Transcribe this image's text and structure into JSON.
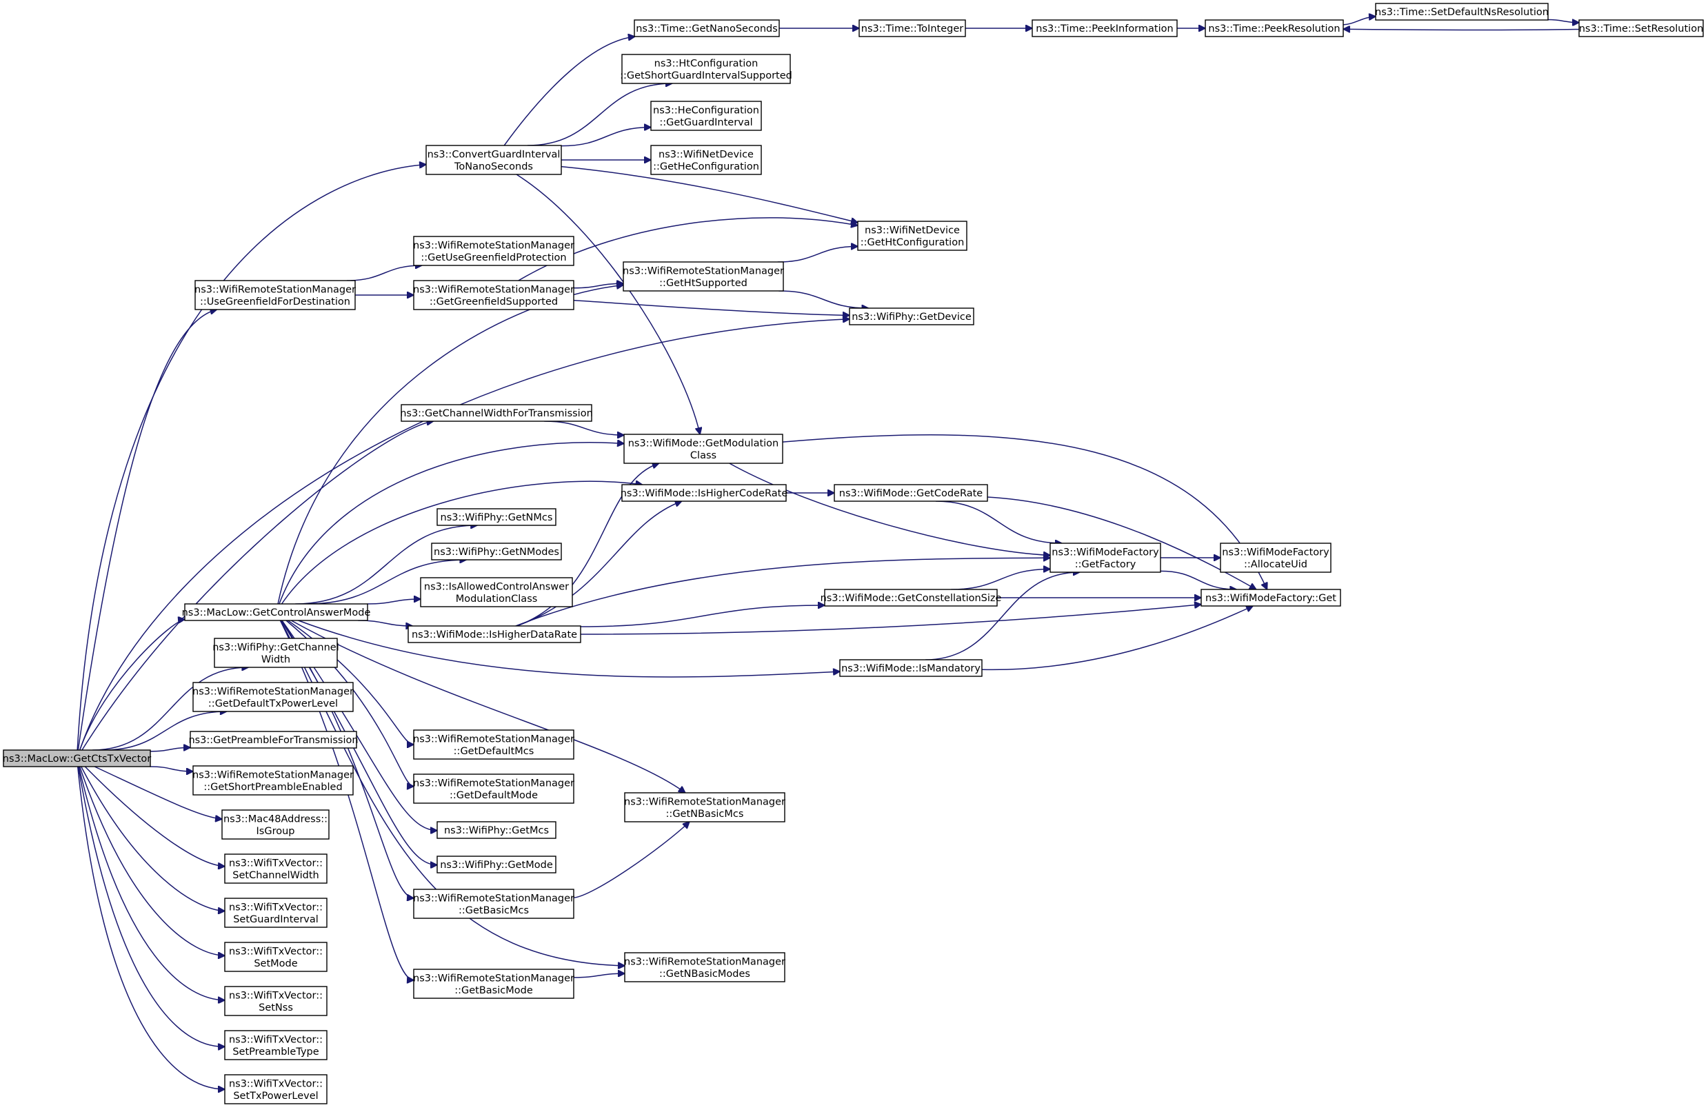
{
  "nodes": [
    {
      "id": "root",
      "lines": [
        "ns3::MacLow::GetCtsTxVector"
      ],
      "root": true
    },
    {
      "id": "convGI",
      "lines": [
        "ns3::ConvertGuardInterval",
        "ToNanoSeconds"
      ]
    },
    {
      "id": "useGF",
      "lines": [
        "ns3::WifiRemoteStationManager",
        "::UseGreenfieldForDestination"
      ]
    },
    {
      "id": "chWidthTx",
      "lines": [
        "ns3::GetChannelWidthForTransmission"
      ]
    },
    {
      "id": "ctrlAns",
      "lines": [
        "ns3::MacLow::GetControlAnswerMode"
      ]
    },
    {
      "id": "phyChW",
      "lines": [
        "ns3::WifiPhy::GetChannel",
        "Width"
      ]
    },
    {
      "id": "defTxPow",
      "lines": [
        "ns3::WifiRemoteStationManager",
        "::GetDefaultTxPowerLevel"
      ]
    },
    {
      "id": "preambleTx",
      "lines": [
        "ns3::GetPreambleForTransmission"
      ]
    },
    {
      "id": "shortPre",
      "lines": [
        "ns3::WifiRemoteStationManager",
        "::GetShortPreambleEnabled"
      ]
    },
    {
      "id": "isGroup",
      "lines": [
        "ns3::Mac48Address::",
        "IsGroup"
      ]
    },
    {
      "id": "setChW",
      "lines": [
        "ns3::WifiTxVector::",
        "SetChannelWidth"
      ]
    },
    {
      "id": "setGI",
      "lines": [
        "ns3::WifiTxVector::",
        "SetGuardInterval"
      ]
    },
    {
      "id": "setMode",
      "lines": [
        "ns3::WifiTxVector::",
        "SetMode"
      ]
    },
    {
      "id": "setNss",
      "lines": [
        "ns3::WifiTxVector::",
        "SetNss"
      ]
    },
    {
      "id": "setPre",
      "lines": [
        "ns3::WifiTxVector::",
        "SetPreambleType"
      ]
    },
    {
      "id": "setTxPow",
      "lines": [
        "ns3::WifiTxVector::",
        "SetTxPowerLevel"
      ]
    },
    {
      "id": "getNano",
      "lines": [
        "ns3::Time::GetNanoSeconds"
      ]
    },
    {
      "id": "htShortGI",
      "lines": [
        "ns3::HtConfiguration",
        "::GetShortGuardIntervalSupported"
      ]
    },
    {
      "id": "heGI",
      "lines": [
        "ns3::HeConfiguration",
        "::GetGuardInterval"
      ]
    },
    {
      "id": "getHeConf",
      "lines": [
        "ns3::WifiNetDevice",
        "::GetHeConfiguration"
      ]
    },
    {
      "id": "getModClass",
      "lines": [
        "ns3::WifiMode::GetModulation",
        "Class"
      ]
    },
    {
      "id": "useGFProt",
      "lines": [
        "ns3::WifiRemoteStationManager",
        "::GetUseGreenfieldProtection"
      ]
    },
    {
      "id": "gfSupp",
      "lines": [
        "ns3::WifiRemoteStationManager",
        "::GetGreenfieldSupported"
      ]
    },
    {
      "id": "htSupp",
      "lines": [
        "ns3::WifiRemoteStationManager",
        "::GetHtSupported"
      ]
    },
    {
      "id": "getHtConf",
      "lines": [
        "ns3::WifiNetDevice",
        "::GetHtConfiguration"
      ]
    },
    {
      "id": "getDevice",
      "lines": [
        "ns3::WifiPhy::GetDevice"
      ]
    },
    {
      "id": "isHigherCR",
      "lines": [
        "ns3::WifiMode::IsHigherCodeRate"
      ]
    },
    {
      "id": "getNMcs",
      "lines": [
        "ns3::WifiPhy::GetNMcs"
      ]
    },
    {
      "id": "getNModes",
      "lines": [
        "ns3::WifiPhy::GetNModes"
      ]
    },
    {
      "id": "isAllowed",
      "lines": [
        "ns3::IsAllowedControlAnswer",
        "ModulationClass"
      ]
    },
    {
      "id": "isHigherDR",
      "lines": [
        "ns3::WifiMode::IsHigherDataRate"
      ]
    },
    {
      "id": "defMcs",
      "lines": [
        "ns3::WifiRemoteStationManager",
        "::GetDefaultMcs"
      ]
    },
    {
      "id": "defMode",
      "lines": [
        "ns3::WifiRemoteStationManager",
        "::GetDefaultMode"
      ]
    },
    {
      "id": "phyMcs",
      "lines": [
        "ns3::WifiPhy::GetMcs"
      ]
    },
    {
      "id": "phyMode",
      "lines": [
        "ns3::WifiPhy::GetMode"
      ]
    },
    {
      "id": "basicMcs",
      "lines": [
        "ns3::WifiRemoteStationManager",
        "::GetBasicMcs"
      ]
    },
    {
      "id": "basicMode",
      "lines": [
        "ns3::WifiRemoteStationManager",
        "::GetBasicMode"
      ]
    },
    {
      "id": "nBasicMcs",
      "lines": [
        "ns3::WifiRemoteStationManager",
        "::GetNBasicMcs"
      ]
    },
    {
      "id": "nBasicModes",
      "lines": [
        "ns3::WifiRemoteStationManager",
        "::GetNBasicModes"
      ]
    },
    {
      "id": "toInteger",
      "lines": [
        "ns3::Time::ToInteger"
      ]
    },
    {
      "id": "peekInfo",
      "lines": [
        "ns3::Time::PeekInformation"
      ]
    },
    {
      "id": "peekRes",
      "lines": [
        "ns3::Time::PeekResolution"
      ]
    },
    {
      "id": "setDefNs",
      "lines": [
        "ns3::Time::SetDefaultNsResolution"
      ]
    },
    {
      "id": "setRes",
      "lines": [
        "ns3::Time::SetResolution"
      ]
    },
    {
      "id": "getCodeRate",
      "lines": [
        "ns3::WifiMode::GetCodeRate"
      ]
    },
    {
      "id": "getConst",
      "lines": [
        "ns3::WifiMode::GetConstellationSize"
      ]
    },
    {
      "id": "isMand",
      "lines": [
        "ns3::WifiMode::IsMandatory"
      ]
    },
    {
      "id": "getFactory",
      "lines": [
        "ns3::WifiModeFactory",
        "::GetFactory"
      ]
    },
    {
      "id": "allocUid",
      "lines": [
        "ns3::WifiModeFactory",
        "::AllocateUid"
      ]
    },
    {
      "id": "factoryGet",
      "lines": [
        "ns3::WifiModeFactory::Get"
      ]
    }
  ],
  "edges": [
    [
      "root",
      "convGI"
    ],
    [
      "root",
      "useGF"
    ],
    [
      "root",
      "getDevice"
    ],
    [
      "root",
      "chWidthTx"
    ],
    [
      "root",
      "ctrlAns"
    ],
    [
      "root",
      "phyChW"
    ],
    [
      "root",
      "defTxPow"
    ],
    [
      "root",
      "preambleTx"
    ],
    [
      "root",
      "shortPre"
    ],
    [
      "root",
      "isGroup"
    ],
    [
      "root",
      "setChW"
    ],
    [
      "root",
      "setGI"
    ],
    [
      "root",
      "setMode"
    ],
    [
      "root",
      "setNss"
    ],
    [
      "root",
      "setPre"
    ],
    [
      "root",
      "setTxPow"
    ],
    [
      "convGI",
      "getNano"
    ],
    [
      "convGI",
      "htShortGI"
    ],
    [
      "convGI",
      "heGI"
    ],
    [
      "convGI",
      "getHeConf"
    ],
    [
      "convGI",
      "getHtConf"
    ],
    [
      "convGI",
      "getModClass"
    ],
    [
      "getNano",
      "toInteger"
    ],
    [
      "toInteger",
      "peekInfo"
    ],
    [
      "peekInfo",
      "peekRes"
    ],
    [
      "peekRes",
      "setDefNs"
    ],
    [
      "setDefNs",
      "setRes"
    ],
    [
      "setRes",
      "peekRes"
    ],
    [
      "useGF",
      "useGFProt"
    ],
    [
      "useGF",
      "gfSupp"
    ],
    [
      "gfSupp",
      "getHtConf"
    ],
    [
      "gfSupp",
      "htSupp"
    ],
    [
      "gfSupp",
      "getDevice"
    ],
    [
      "htSupp",
      "getHtConf"
    ],
    [
      "htSupp",
      "getDevice"
    ],
    [
      "chWidthTx",
      "getModClass"
    ],
    [
      "ctrlAns",
      "htSupp"
    ],
    [
      "ctrlAns",
      "getModClass"
    ],
    [
      "ctrlAns",
      "isHigherCR"
    ],
    [
      "ctrlAns",
      "getNMcs"
    ],
    [
      "ctrlAns",
      "getNModes"
    ],
    [
      "ctrlAns",
      "isAllowed"
    ],
    [
      "ctrlAns",
      "isHigherDR"
    ],
    [
      "ctrlAns",
      "isMand"
    ],
    [
      "ctrlAns",
      "nBasicMcs"
    ],
    [
      "ctrlAns",
      "defMcs"
    ],
    [
      "ctrlAns",
      "defMode"
    ],
    [
      "ctrlAns",
      "phyMcs"
    ],
    [
      "ctrlAns",
      "phyMode"
    ],
    [
      "ctrlAns",
      "basicMcs"
    ],
    [
      "ctrlAns",
      "nBasicModes"
    ],
    [
      "ctrlAns",
      "basicMode"
    ],
    [
      "getModClass",
      "factoryGet"
    ],
    [
      "getModClass",
      "getFactory"
    ],
    [
      "isHigherCR",
      "getCodeRate"
    ],
    [
      "getCodeRate",
      "getFactory"
    ],
    [
      "getCodeRate",
      "factoryGet"
    ],
    [
      "isHigherDR",
      "getModClass"
    ],
    [
      "isHigherDR",
      "isHigherCR"
    ],
    [
      "isHigherDR",
      "getFactory"
    ],
    [
      "isHigherDR",
      "getConst"
    ],
    [
      "isHigherDR",
      "factoryGet"
    ],
    [
      "getConst",
      "getFactory"
    ],
    [
      "getConst",
      "factoryGet"
    ],
    [
      "isMand",
      "getFactory"
    ],
    [
      "isMand",
      "factoryGet"
    ],
    [
      "getFactory",
      "allocUid"
    ],
    [
      "getFactory",
      "factoryGet"
    ],
    [
      "basicMcs",
      "nBasicMcs"
    ],
    [
      "basicMode",
      "nBasicModes"
    ]
  ]
}
